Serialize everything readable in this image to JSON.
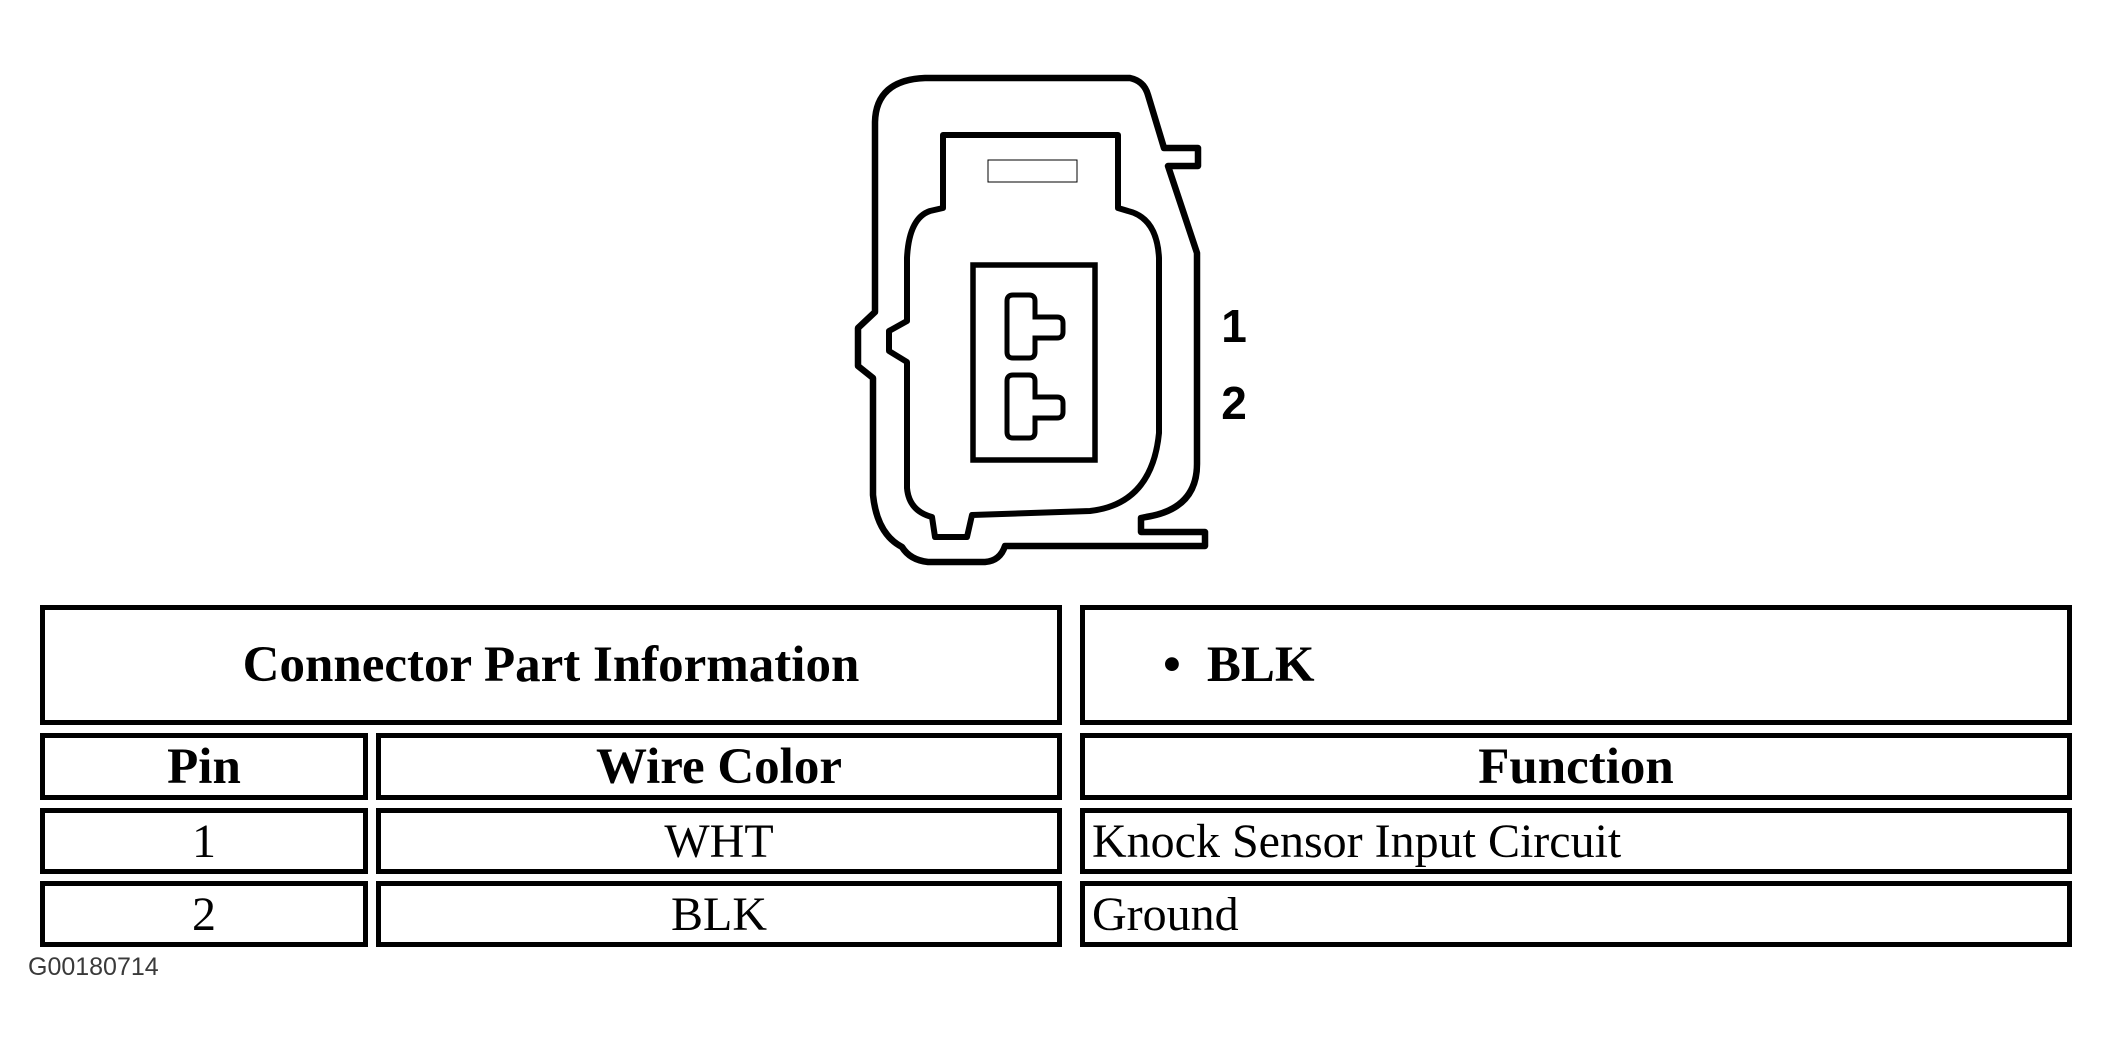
{
  "figure_id": "G00180714",
  "colors": {
    "line": "#000000",
    "background": "#ffffff",
    "figure_id_text": "#3a3a3a"
  },
  "diagram": {
    "pin_labels": [
      "1",
      "2"
    ]
  },
  "table": {
    "part_info": {
      "header": "Connector Part Information",
      "bullet": "•",
      "value": "BLK"
    },
    "columns": {
      "pin": "Pin",
      "wire_color": "Wire Color",
      "function": "Function"
    },
    "rows": [
      {
        "pin": "1",
        "wire_color": "WHT",
        "function": "Knock Sensor Input Circuit"
      },
      {
        "pin": "2",
        "wire_color": "BLK",
        "function": "Ground"
      }
    ]
  }
}
